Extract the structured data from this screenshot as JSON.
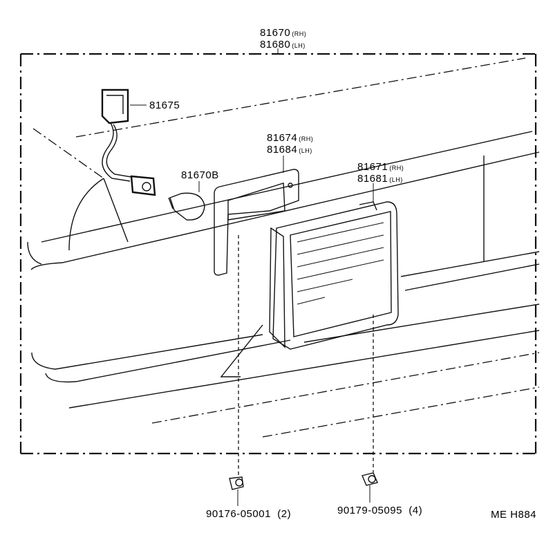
{
  "assembly_label": {
    "rh": {
      "num": "81670",
      "suffix": "(RH)"
    },
    "lh": {
      "num": "81680",
      "suffix": "(LH)"
    }
  },
  "socket_label": "81675",
  "bulb_label": "81670B",
  "gasket_label": {
    "rh": {
      "num": "81674",
      "suffix": "(RH)"
    },
    "lh": {
      "num": "81684",
      "suffix": "(LH)"
    }
  },
  "lens_label": {
    "rh": {
      "num": "81671",
      "suffix": "(RH)"
    },
    "lh": {
      "num": "81681",
      "suffix": "(LH)"
    }
  },
  "nut_label": "90176-05001  (2)",
  "screw_label": "90179-05095  (4)",
  "diagram_code": "ME H884"
}
